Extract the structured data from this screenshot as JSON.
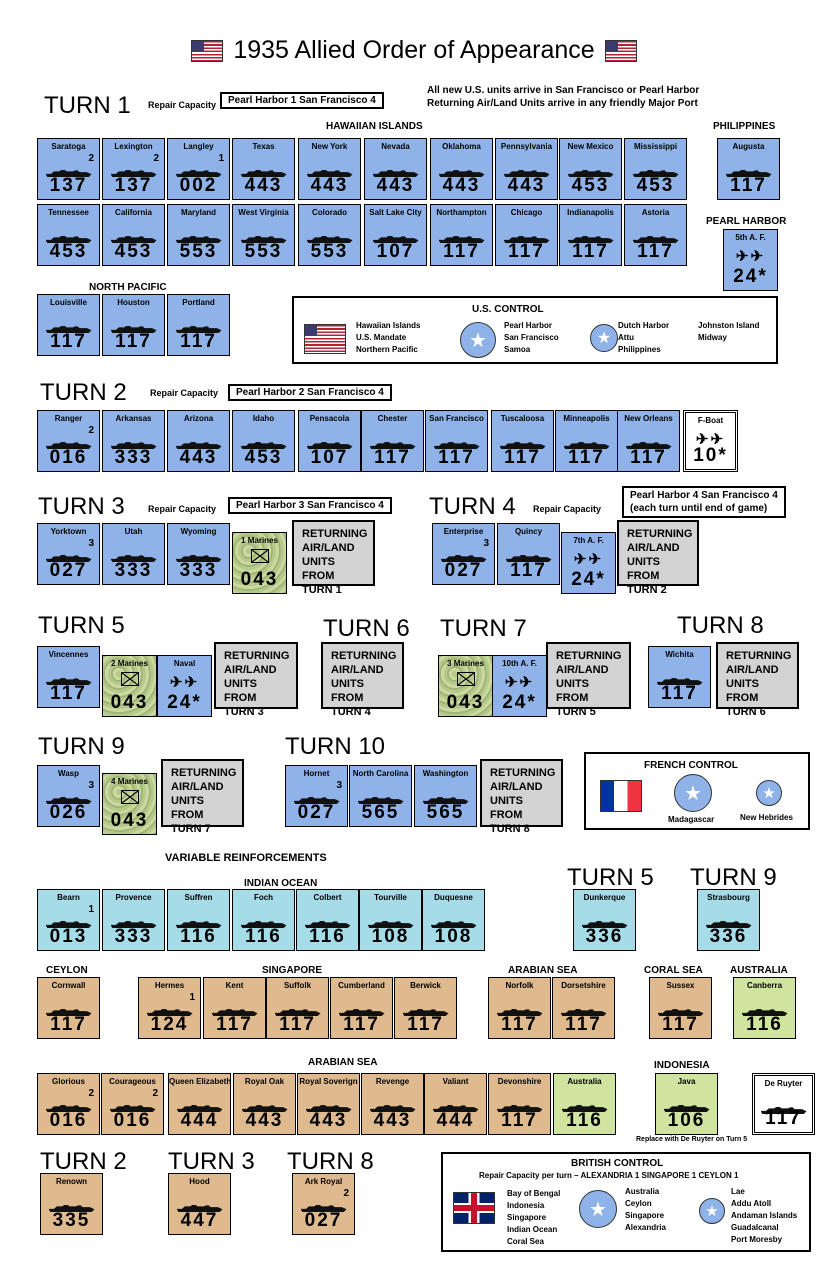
{
  "title": "1935 Allied Order of Appearance",
  "notes": [
    "All new U.S. units arrive in San Francisco or Pearl Harbor",
    "Returning Air/Land Units arrive in any friendly Major Port"
  ],
  "labels": {
    "repair_capacity": "Repair Capacity",
    "hawaiian": "HAWAIIAN ISLANDS",
    "philippines": "PHILIPPINES",
    "pearl_harbor": "PEARL HARBOR",
    "north_pacific": "NORTH PACIFIC",
    "variable": "VARIABLE REINFORCEMENTS",
    "indian_ocean": "INDIAN OCEAN",
    "ceylon": "CEYLON",
    "singapore": "SINGAPORE",
    "arabian_sea": "ARABIAN SEA",
    "coral_sea": "CORAL SEA",
    "australia": "AUSTRALIA",
    "indonesia": "INDONESIA",
    "replace_note": "Replace with De Ruyter on Turn 5"
  },
  "turns": {
    "t1": "TURN 1",
    "t2": "TURN 2",
    "t3": "TURN 3",
    "t4": "TURN 4",
    "t5": "TURN 5",
    "t6": "TURN 6",
    "t7": "TURN 7",
    "t8": "TURN 8",
    "t9": "TURN 9",
    "t10": "TURN 10"
  },
  "repair": {
    "t1": "Pearl Harbor 1   San Francisco 4",
    "t2": "Pearl Harbor 2   San Francisco 4",
    "t3": "Pearl Harbor 3   San Francisco 4",
    "t4a": "Pearl Harbor 4   San Francisco 4",
    "t4b": "(each turn until end of game)"
  },
  "returning": {
    "t1": "RETURNING AIR/LAND UNITS FROM TURN 1",
    "t2": "RETURNING AIR/LAND UNITS FROM TURN 2",
    "t3": "RETURNING AIR/LAND UNITS FROM TURN 3",
    "t4": "RETURNING AIR/LAND UNITS FROM TURN 4",
    "t5": "RETURNING AIR/LAND UNITS FROM TURN 5",
    "t6": "RETURNING AIR/LAND UNITS FROM TURN 6",
    "t7": "RETURNING AIR/LAND UNITS FROM TURN 7",
    "t8": "RETURNING AIR/LAND UNITS FROM TURN 8"
  },
  "us_control": {
    "title": "U.S. CONTROL",
    "col1": "Hawaiian Islands\nU.S. Mandate\nNorthern Pacific",
    "col2": "Pearl Harbor\nSan Francisco\nSamoa",
    "col3": "Dutch Harbor\nAttu\nPhilippines",
    "col4": "Johnston Island\nMidway"
  },
  "french_control": {
    "title": "FRENCH CONTROL",
    "major": "Madagascar",
    "minor": "New Hebrides"
  },
  "british_control": {
    "title": "BRITISH CONTROL",
    "repair": "Repair Capacity per turn – ALEXANDRIA 1   SINGAPORE 1   CEYLON 1",
    "col1": "Bay of Bengal\nIndonesia\nSingapore\nIndian Ocean\nCoral Sea",
    "col2": "Australia\nCeylon\nSingapore\nAlexandria",
    "col3": "Lae\nAddu Atoll\nAndaman Islands\nGuadalcanal\nPort Moresby"
  },
  "counters": [
    {
      "n": "Saratoga",
      "v": "1 3 7",
      "cap": "2",
      "c": "bl"
    },
    {
      "n": "Lexington",
      "v": "1 3 7",
      "cap": "2",
      "c": "bl"
    },
    {
      "n": "Langley",
      "v": "0 0 2",
      "cap": "1",
      "c": "bl"
    },
    {
      "n": "Texas",
      "v": "4 4 3",
      "c": "bl"
    },
    {
      "n": "New York",
      "v": "4 4 3",
      "c": "bl"
    },
    {
      "n": "Nevada",
      "v": "4 4 3",
      "c": "bl"
    },
    {
      "n": "Oklahoma",
      "v": "4 4 3",
      "c": "bl"
    },
    {
      "n": "Pennsylvania",
      "v": "4 4 3",
      "c": "bl"
    },
    {
      "n": "New Mexico",
      "v": "4 5 3",
      "c": "bl"
    },
    {
      "n": "Mississippi",
      "v": "4 5 3",
      "c": "bl"
    },
    {
      "n": "Augusta",
      "v": "1 1 7",
      "c": "bl"
    },
    {
      "n": "Tennessee",
      "v": "4 5 3",
      "c": "bl"
    },
    {
      "n": "California",
      "v": "4 5 3",
      "c": "bl"
    },
    {
      "n": "Maryland",
      "v": "5 5 3",
      "c": "bl"
    },
    {
      "n": "West Virginia",
      "v": "5 5 3",
      "c": "bl"
    },
    {
      "n": "Colorado",
      "v": "5 5 3",
      "c": "bl"
    },
    {
      "n": "Salt Lake City",
      "v": "1 0 7",
      "c": "bl"
    },
    {
      "n": "Northampton",
      "v": "1 1 7",
      "c": "bl"
    },
    {
      "n": "Chicago",
      "v": "1 1 7",
      "c": "bl"
    },
    {
      "n": "Indianapolis",
      "v": "1 1 7",
      "c": "bl"
    },
    {
      "n": "Astoria",
      "v": "1 1 7",
      "c": "bl"
    },
    {
      "n": "5th A. F.",
      "v": "2 4 *",
      "c": "bl",
      "air": true
    },
    {
      "n": "Louisville",
      "v": "1 1 7",
      "c": "bl"
    },
    {
      "n": "Houston",
      "v": "1 1 7",
      "c": "bl"
    },
    {
      "n": "Portland",
      "v": "1 1 7",
      "c": "bl"
    },
    {
      "n": "Ranger",
      "v": "0 1 6",
      "cap": "2",
      "c": "bl"
    },
    {
      "n": "Arkansas",
      "v": "3 3 3",
      "c": "bl"
    },
    {
      "n": "Arizona",
      "v": "4 4 3",
      "c": "bl"
    },
    {
      "n": "Idaho",
      "v": "4 5 3",
      "c": "bl"
    },
    {
      "n": "Pensacola",
      "v": "1 0 7",
      "c": "bl"
    },
    {
      "n": "Chester",
      "v": "1 1 7",
      "c": "bl"
    },
    {
      "n": "San Francisco",
      "v": "1 1 7",
      "c": "bl"
    },
    {
      "n": "Tuscaloosa",
      "v": "1 1 7",
      "c": "bl"
    },
    {
      "n": "Minneapolis",
      "v": "1 1 7",
      "c": "bl"
    },
    {
      "n": "New Orleans",
      "v": "1 1 7",
      "c": "bl"
    },
    {
      "n": "F-Boat",
      "v": "1 0 *",
      "c": "wh",
      "air": true
    },
    {
      "n": "Yorktown",
      "v": "0 2 7",
      "cap": "3",
      "c": "bl"
    },
    {
      "n": "Utah",
      "v": "3 3 3",
      "c": "bl"
    },
    {
      "n": "Wyoming",
      "v": "3 3 3",
      "c": "bl"
    },
    {
      "n": "1 Marines",
      "v": "0 4 3",
      "c": "gr",
      "land": true
    },
    {
      "n": "Enterprise",
      "v": "0 2 7",
      "cap": "3",
      "c": "bl"
    },
    {
      "n": "Quincy",
      "v": "1 1 7",
      "c": "bl"
    },
    {
      "n": "7th A. F.",
      "v": "2 4 *",
      "c": "bl",
      "air": true
    },
    {
      "n": "Vincennes",
      "v": "1 1 7",
      "c": "bl"
    },
    {
      "n": "2 Marines",
      "v": "0 4 3",
      "c": "gr",
      "land": true
    },
    {
      "n": "Naval",
      "v": "2 4 *",
      "c": "bl",
      "air": true
    },
    {
      "n": "3 Marines",
      "v": "0 4 3",
      "c": "gr",
      "land": true
    },
    {
      "n": "10th A. F.",
      "v": "2 4 *",
      "c": "bl",
      "air": true
    },
    {
      "n": "Wichita",
      "v": "1 1 7",
      "c": "bl"
    },
    {
      "n": "Wasp",
      "v": "0 2 6",
      "cap": "3",
      "c": "bl"
    },
    {
      "n": "4 Marines",
      "v": "0 4 3",
      "c": "gr",
      "land": true
    },
    {
      "n": "Hornet",
      "v": "0 2 7",
      "cap": "3",
      "c": "bl"
    },
    {
      "n": "North Carolina",
      "v": "5 6 5",
      "c": "bl"
    },
    {
      "n": "Washington",
      "v": "5 6 5",
      "c": "bl"
    },
    {
      "n": "Bearn",
      "v": "0 1 3",
      "cap": "1",
      "c": "cy"
    },
    {
      "n": "Provence",
      "v": "3 3 3",
      "c": "cy"
    },
    {
      "n": "Suffren",
      "v": "1 1 6",
      "c": "cy"
    },
    {
      "n": "Foch",
      "v": "1 1 6",
      "c": "cy"
    },
    {
      "n": "Colbert",
      "v": "1 1 6",
      "c": "cy"
    },
    {
      "n": "Tourville",
      "v": "1 0 8",
      "c": "cy"
    },
    {
      "n": "Duquesne",
      "v": "1 0 8",
      "c": "cy"
    },
    {
      "n": "Dunkerque",
      "v": "3 3 6",
      "c": "cy"
    },
    {
      "n": "Strasbourg",
      "v": "3 3 6",
      "c": "cy"
    },
    {
      "n": "Cornwall",
      "v": "1 1 7",
      "c": "tn"
    },
    {
      "n": "Hermes",
      "v": "1 2 4",
      "cap": "1",
      "c": "tn"
    },
    {
      "n": "Kent",
      "v": "1 1 7",
      "c": "tn"
    },
    {
      "n": "Suffolk",
      "v": "1 1 7",
      "c": "tn"
    },
    {
      "n": "Cumberland",
      "v": "1 1 7",
      "c": "tn"
    },
    {
      "n": "Berwick",
      "v": "1 1 7",
      "c": "tn"
    },
    {
      "n": "Norfolk",
      "v": "1 1 7",
      "c": "tn"
    },
    {
      "n": "Dorsetshire",
      "v": "1 1 7",
      "c": "tn"
    },
    {
      "n": "Sussex",
      "v": "1 1 7",
      "c": "tn"
    },
    {
      "n": "Canberra",
      "v": "1 1 6",
      "c": "gr"
    },
    {
      "n": "Glorious",
      "v": "0 1 6",
      "cap": "2",
      "c": "tn"
    },
    {
      "n": "Courageous",
      "v": "0 1 6",
      "cap": "2",
      "c": "tn"
    },
    {
      "n": "Queen Elizabeth",
      "v": "4 4 4",
      "c": "tn"
    },
    {
      "n": "Royal Oak",
      "v": "4 4 3",
      "c": "tn"
    },
    {
      "n": "Royal Soverign",
      "v": "4 4 3",
      "c": "tn"
    },
    {
      "n": "Revenge",
      "v": "4 4 3",
      "c": "tn"
    },
    {
      "n": "Valiant",
      "v": "4 4 4",
      "c": "tn"
    },
    {
      "n": "Devonshire",
      "v": "1 1 7",
      "c": "tn"
    },
    {
      "n": "Australia",
      "v": "1 1 6",
      "c": "gr"
    },
    {
      "n": "Java",
      "v": "1 0 6",
      "c": "gr"
    },
    {
      "n": "De Ruyter",
      "v": "1 1 7",
      "c": "wh"
    },
    {
      "n": "Renown",
      "v": "3 3 5",
      "c": "tn"
    },
    {
      "n": "Hood",
      "v": "4 4 7",
      "c": "tn"
    },
    {
      "n": "Ark Royal",
      "v": "0 2 7",
      "cap": "2",
      "c": "tn"
    }
  ]
}
